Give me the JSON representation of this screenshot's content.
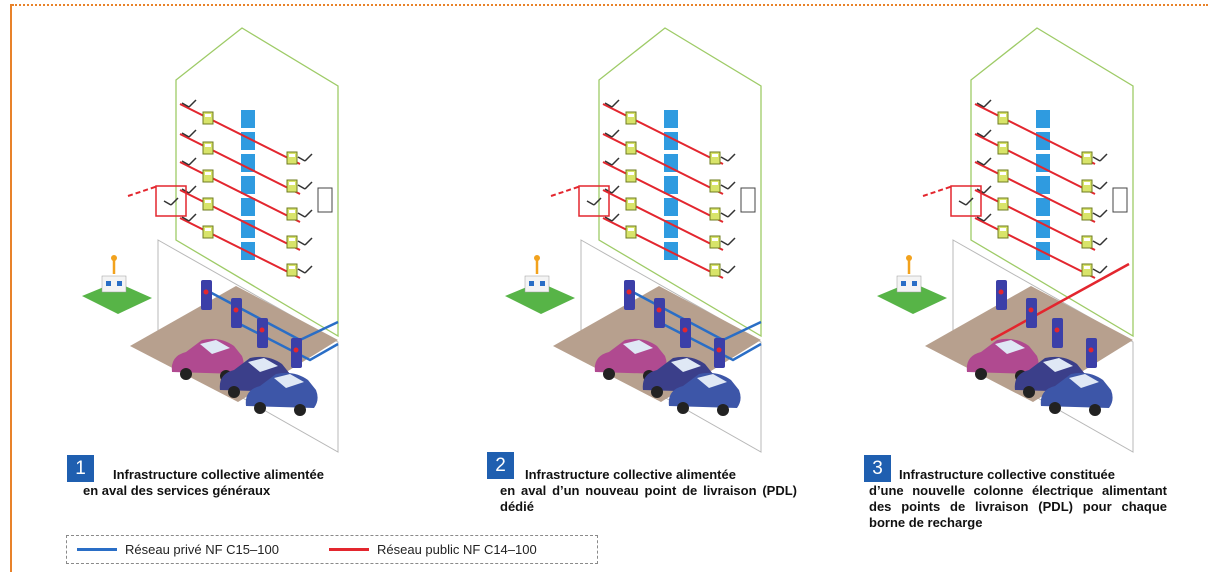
{
  "colors": {
    "frame": "#e8822a",
    "private_network": "#2a6ec6",
    "public_network": "#e3262e",
    "badge": "#1f5fb0",
    "building_outline": "#9ecb67",
    "meter_color": "#cfe05a",
    "column_color": "#2f9be0"
  },
  "panels": [
    {
      "number": "1",
      "title_line1": "Infrastructure collective alimentée",
      "title_rest": "en aval des services généraux"
    },
    {
      "number": "2",
      "title_line1": "Infrastructure collective alimentée",
      "title_rest": "en aval d’un nouveau point de livraison (PDL) dédié"
    },
    {
      "number": "3",
      "title_line1": "Infrastructure collective constituée",
      "title_rest": "d’une nouvelle colonne électrique alimentant des points de livraison (PDL) pour chaque borne de recharge"
    }
  ],
  "legend": {
    "private_label": "Réseau privé NF C15–100",
    "public_label": "Réseau public NF C14–100"
  },
  "icons": [
    "house-icon",
    "meter-icon",
    "switch-icon",
    "fan-icon",
    "charging-station-icon",
    "car-icon"
  ]
}
